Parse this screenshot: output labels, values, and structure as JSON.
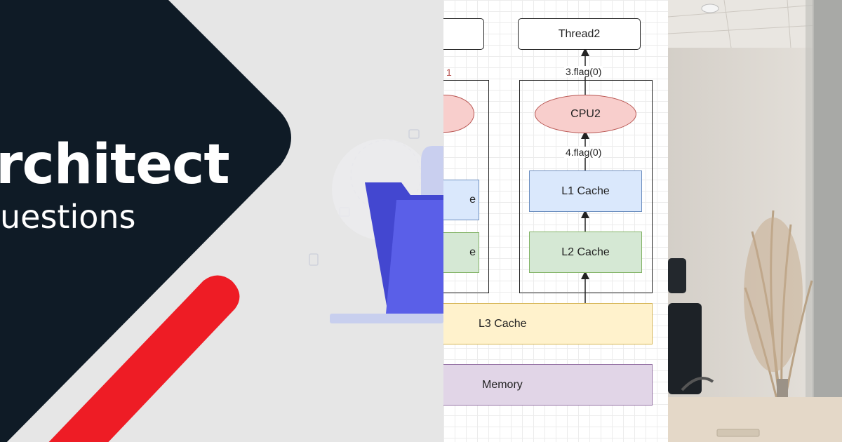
{
  "banner": {
    "title_fragment": "rchitect",
    "subtitle_fragment": "uestions"
  },
  "diagram": {
    "thread2": "Thread2",
    "cpu2": "CPU2",
    "edge_top_label": "3.flag(0)",
    "edge_mid_label": "4.flag(0)",
    "l1": "L1 Cache",
    "l2": "L2 Cache",
    "l3": "L3 Cache",
    "memory": "Memory",
    "partial_l1": "e",
    "partial_l2": "e",
    "partial_edge_label": "1"
  },
  "colors": {
    "banner_dark": "#0f1b26",
    "banner_red": "#ee1c25",
    "folder_blue": "#5a5fe8",
    "folder_blue_dark": "#4347d0"
  }
}
